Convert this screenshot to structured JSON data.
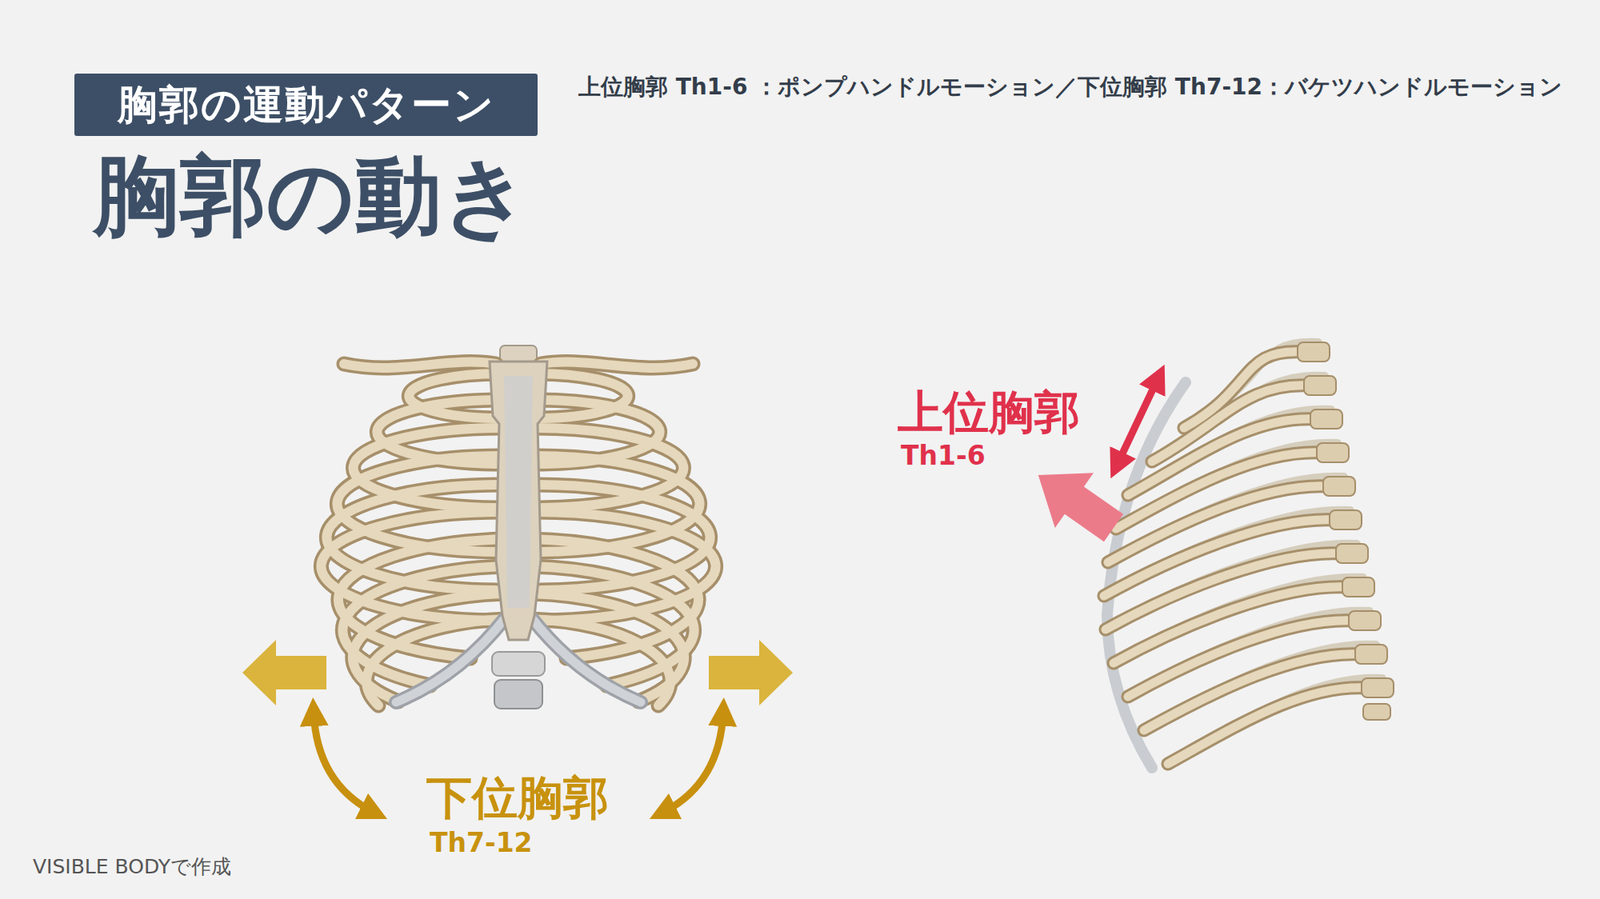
{
  "diagram": {
    "title": "胸郭の動き",
    "nodes": [
      {
        "text": [
          "胸郭の運動パターン"
        ]
      }
    ],
    "labels": [
      "上位胸郭 Th1-6 ：ポンプハンドルモーション／下位胸郭 Th7-12：バケツハンドルモーション",
      "上位胸郭",
      "Th1-6",
      "下位胸郭",
      "Th7-12",
      "VISIBLE BODYで作成"
    ]
  }
}
